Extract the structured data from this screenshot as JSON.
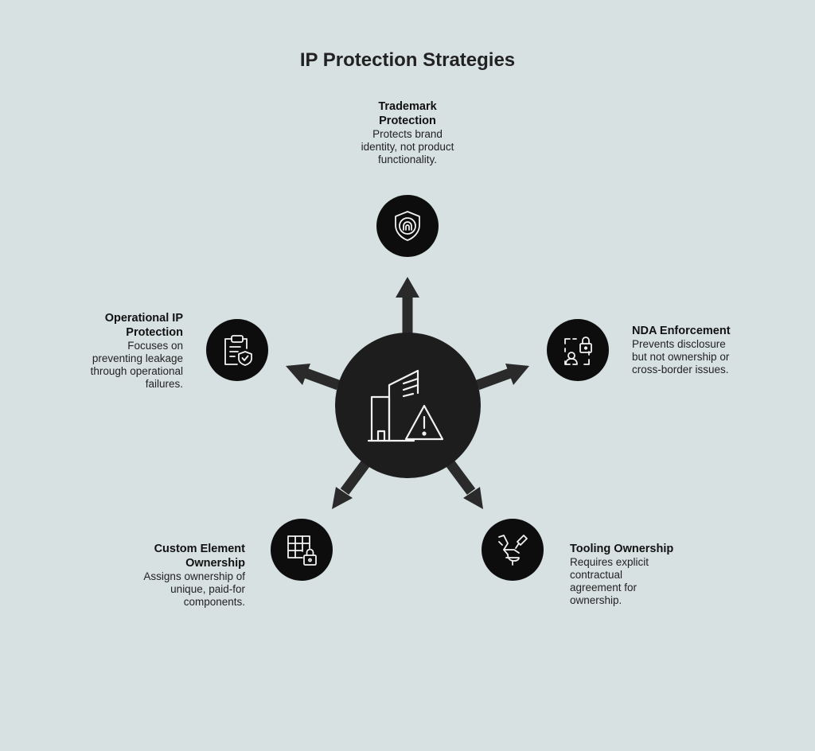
{
  "title": "IP Protection Strategies",
  "strategies": [
    {
      "name": "Trademark Protection",
      "head_lines": [
        "Trademark",
        "Protection"
      ],
      "desc_lines": [
        "Protects brand",
        "identity, not product",
        "functionality."
      ],
      "icon": "shield-trademark-icon"
    },
    {
      "name": "NDA Enforcement",
      "head_lines": [
        "NDA Enforcement"
      ],
      "desc_lines": [
        "Prevents disclosure",
        "but not ownership or",
        "cross-border issues."
      ],
      "icon": "user-lock-icon"
    },
    {
      "name": "Tooling Ownership",
      "head_lines": [
        "Tooling Ownership"
      ],
      "desc_lines": [
        "Requires explicit",
        "contractual",
        "agreement for",
        "ownership."
      ],
      "icon": "tooling-icon"
    },
    {
      "name": "Custom Element Ownership",
      "head_lines": [
        "Custom Element",
        "Ownership"
      ],
      "desc_lines": [
        "Assigns ownership of",
        "unique, paid-for",
        "components."
      ],
      "icon": "grid-lock-icon"
    },
    {
      "name": "Operational IP Protection",
      "head_lines": [
        "Operational IP",
        "Protection"
      ],
      "desc_lines": [
        "Focuses on",
        "preventing leakage",
        "through operational",
        "failures."
      ],
      "icon": "clipboard-shield-icon"
    }
  ],
  "hub": {
    "icon": "buildings-warning-icon"
  },
  "colors": {
    "background": "#d7e1e2",
    "node": "#0d0d0d",
    "hub": "#1d1d1d",
    "arrow": "#2a2a2a"
  }
}
